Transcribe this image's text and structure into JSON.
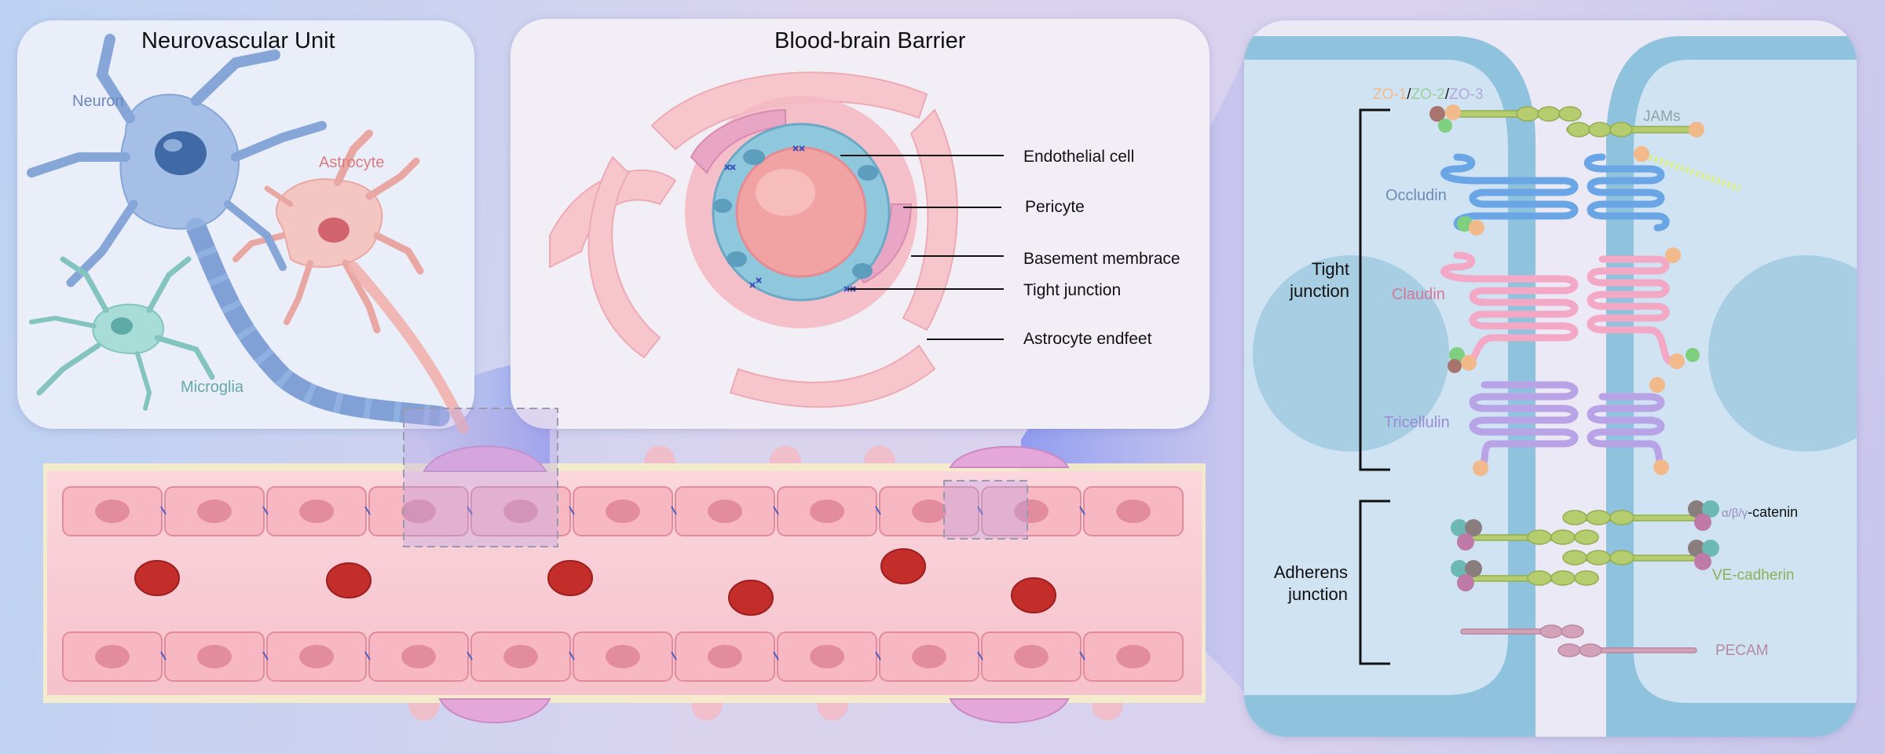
{
  "colors": {
    "neuron": "#7da3d4",
    "astrocyte": "#f1b6b3",
    "microglia": "#8cc8c6",
    "endothelium": "#f7b4c0",
    "pericyte": "#e7aee0",
    "red_blood_cell": "#c42e2a",
    "occludin": "#6aa6e6",
    "claudin": "#f3a9c6",
    "tricellulin": "#b7a3e6",
    "cadherin": "#b5cc6f",
    "pecam": "#d3a2b8",
    "zo1": "#f2b98a",
    "zo2": "#9bcf9b",
    "zo3": "#b2a8d8",
    "membrane": "#8fc2dd"
  },
  "panel_nvu": {
    "title": "Neurovascular Unit",
    "neuron_label": "Neuron",
    "astrocyte_label": "Astrocyte",
    "microglia_label": "Microglia"
  },
  "panel_bbb": {
    "title": "Blood-brain Barrier",
    "callouts": [
      "Endothelial cell",
      "Pericyte",
      "Basement membrace",
      "Tight junction",
      "Astrocyte endfeet"
    ]
  },
  "panel_junction": {
    "zo_1": "ZO-1",
    "zo_sep1": "/",
    "zo_2": "ZO-2",
    "zo_sep2": "/",
    "zo_3": "ZO-3",
    "jams": "JAMs",
    "occludin": "Occludin",
    "claudin": "Claudin",
    "tricellulin": "Tricellulin",
    "tight_junction_line1": "Tight",
    "tight_junction_line2": "junction",
    "adherens_junction_line1": "Adherens",
    "adherens_junction_line2": "junction",
    "catenin_greek": "α/β/γ",
    "catenin_suffix": "-catenin",
    "ve_cadherin": "VE-cadherin",
    "pecam": "PECAM"
  }
}
